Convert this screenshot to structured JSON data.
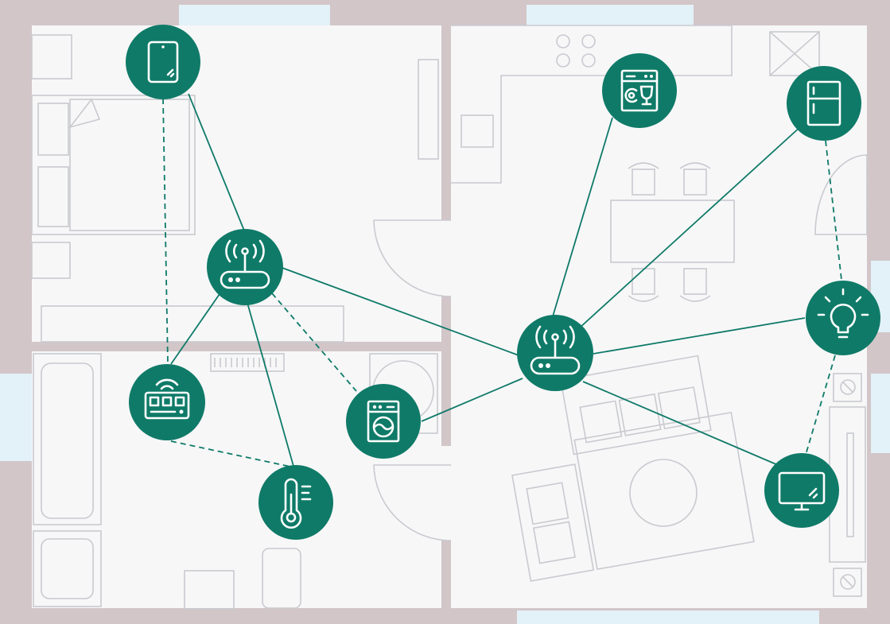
{
  "colors": {
    "accent": "#0f7a68",
    "wall": "#d2c6c8",
    "window": "#e3f1f8",
    "floor": "#f7f7f8",
    "furniture_stroke": "#c9cacf"
  },
  "devices": [
    {
      "id": "tablet",
      "icon": "tablet-icon"
    },
    {
      "id": "router-left",
      "icon": "wifi-router-icon"
    },
    {
      "id": "router-right",
      "icon": "wifi-router-icon"
    },
    {
      "id": "dishwasher",
      "icon": "dishwasher-icon"
    },
    {
      "id": "fridge",
      "icon": "refrigerator-icon"
    },
    {
      "id": "light",
      "icon": "light-bulb-icon"
    },
    {
      "id": "thermostat",
      "icon": "thermostat-icon"
    },
    {
      "id": "washer",
      "icon": "washing-machine-icon"
    },
    {
      "id": "thermometer",
      "icon": "thermometer-icon"
    },
    {
      "id": "tv",
      "icon": "tv-icon"
    }
  ],
  "connections": [
    {
      "from": "tablet",
      "to": "router-left",
      "style": "solid"
    },
    {
      "from": "router-left",
      "to": "router-right",
      "style": "solid"
    },
    {
      "from": "router-left",
      "to": "thermostat",
      "style": "solid"
    },
    {
      "from": "router-left",
      "to": "thermometer",
      "style": "solid"
    },
    {
      "from": "router-left",
      "to": "washer",
      "style": "dashed"
    },
    {
      "from": "tablet",
      "to": "thermostat",
      "style": "dashed"
    },
    {
      "from": "thermostat",
      "to": "thermometer",
      "style": "dashed"
    },
    {
      "from": "router-right",
      "to": "dishwasher",
      "style": "solid"
    },
    {
      "from": "router-right",
      "to": "fridge",
      "style": "solid"
    },
    {
      "from": "router-right",
      "to": "light",
      "style": "solid"
    },
    {
      "from": "router-right",
      "to": "washer",
      "style": "solid"
    },
    {
      "from": "router-right",
      "to": "tv",
      "style": "solid"
    },
    {
      "from": "fridge",
      "to": "light",
      "style": "dashed"
    },
    {
      "from": "light",
      "to": "tv",
      "style": "dashed"
    }
  ]
}
